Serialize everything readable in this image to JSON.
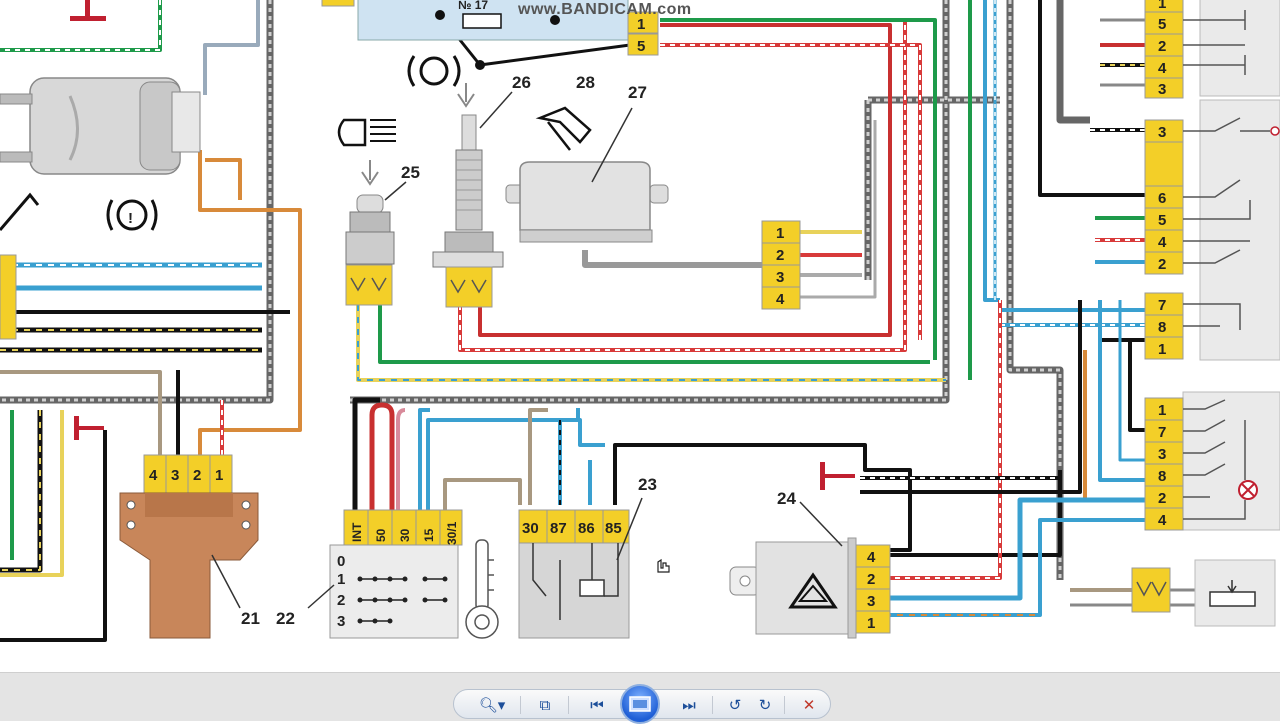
{
  "watermark": "www.BANDICAM.com",
  "fuse_label": "№ 17",
  "callouts": [
    "21",
    "22",
    "23",
    "24",
    "25",
    "26",
    "27",
    "28"
  ],
  "connector_21_pins": [
    "4",
    "3",
    "2",
    "1"
  ],
  "connector_27_pins": [
    "1",
    "2",
    "3",
    "4"
  ],
  "connector_top_pins": [
    "1",
    "5"
  ],
  "ignition_switch": {
    "terminals": [
      "INT",
      "50",
      "30",
      "15",
      "30/1"
    ],
    "positions": [
      "0",
      "1",
      "2",
      "3"
    ]
  },
  "relay_23_pins": [
    "30",
    "87",
    "86",
    "85"
  ],
  "hazard_24_pins": [
    "4",
    "2",
    "3",
    "1"
  ],
  "right_block_top_pins": [
    "1",
    "5",
    "2",
    "4",
    "3"
  ],
  "right_block_mid_pins": [
    "3",
    "",
    "6",
    "5",
    "4",
    "2",
    "7",
    "8",
    "1"
  ],
  "right_block_low_pins": [
    "1",
    "7",
    "3",
    "8",
    "2",
    "4"
  ],
  "viewer_toolbar": {
    "buttons": [
      "zoom",
      "fit",
      "previous",
      "slideshow",
      "next",
      "rotate-left",
      "rotate-right",
      "delete"
    ],
    "accent": "#1f5fd6",
    "delete_color": "#c0392b"
  }
}
